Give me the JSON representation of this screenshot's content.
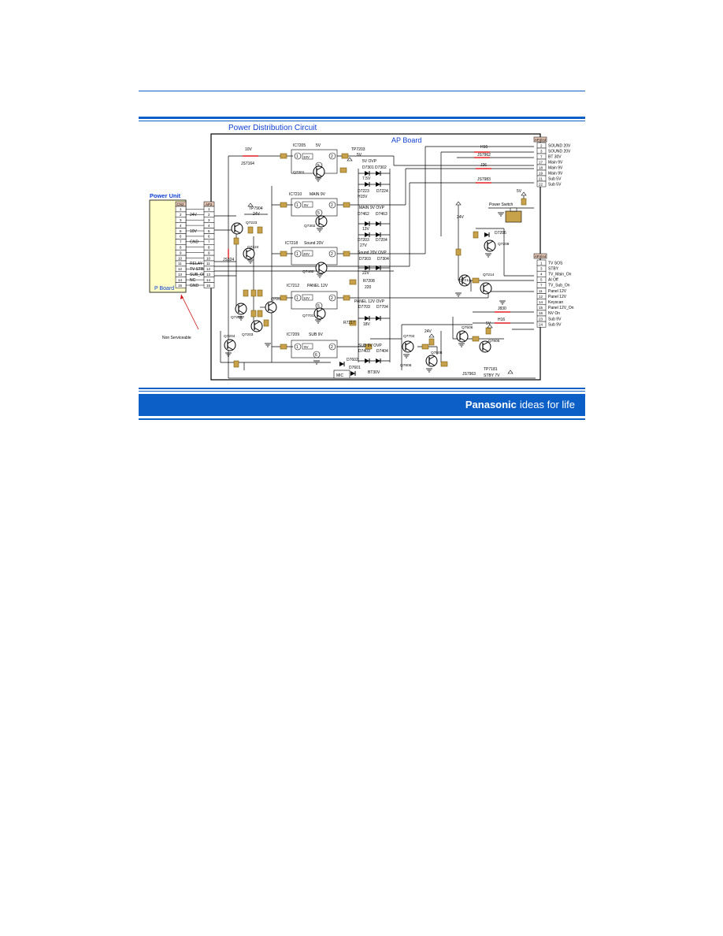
{
  "title": "Power Distribution Circuit",
  "boards": {
    "ap_board": "AP Board",
    "power_unit": "Power Unit",
    "p_board": "P Board",
    "non_serviceable": "Non Serviceable"
  },
  "connectors": {
    "cn": "CN2",
    "ap2": "AP2",
    "ap3": "AP3/A3",
    "ap4": "AP4/A4"
  },
  "cn2_pins": [
    {
      "pin": "1",
      "label": ""
    },
    {
      "pin": "2",
      "label": "24V"
    },
    {
      "pin": "3",
      "label": ""
    },
    {
      "pin": "4",
      "label": ""
    },
    {
      "pin": "5",
      "label": "10V"
    },
    {
      "pin": "6",
      "label": ""
    },
    {
      "pin": "7",
      "label": "GND"
    },
    {
      "pin": "8",
      "label": ""
    },
    {
      "pin": "9",
      "label": ""
    },
    {
      "pin": "10",
      "label": ""
    },
    {
      "pin": "11",
      "label": "RELAY"
    },
    {
      "pin": "12",
      "label": "TV STBY"
    },
    {
      "pin": "13",
      "label": "SUB_ON"
    },
    {
      "pin": "14",
      "label": "NC"
    },
    {
      "pin": "15",
      "label": "GND"
    }
  ],
  "ap3_pins": [
    {
      "pin": "2",
      "label": "SOUND 20V"
    },
    {
      "pin": "3",
      "label": "SOUND 20V"
    },
    {
      "pin": "7",
      "label": "BT 30V"
    },
    {
      "pin": "17",
      "label": "Main 9V"
    },
    {
      "pin": "18",
      "label": "Main 9V"
    },
    {
      "pin": "19",
      "label": "Main 9V"
    },
    {
      "pin": "21",
      "label": "Sub 5V"
    },
    {
      "pin": "22",
      "label": "Sub 5V"
    }
  ],
  "ap4_pins": [
    {
      "pin": "1",
      "label": "TV SOS"
    },
    {
      "pin": "3",
      "label": "STBY"
    },
    {
      "pin": "4",
      "label": "TV_Main_On"
    },
    {
      "pin": "5",
      "label": "AI Off"
    },
    {
      "pin": "7",
      "label": "TV_Sub_On"
    },
    {
      "pin": "11",
      "label": "Panel 12V"
    },
    {
      "pin": "12",
      "label": "Panel 12V"
    },
    {
      "pin": "14",
      "label": "Keyscan"
    },
    {
      "pin": "15",
      "label": "Panel 12V_On"
    },
    {
      "pin": "16",
      "label": "NV On"
    },
    {
      "pin": "23",
      "label": "Sub 9V"
    },
    {
      "pin": "24",
      "label": "Sub 9V"
    }
  ],
  "ics": [
    {
      "name": "IC7205",
      "v": "5V",
      "box": "10V"
    },
    {
      "name": "IC7210",
      "v": "MAIN 9V",
      "box": "9V"
    },
    {
      "name": "IC7218",
      "v": "Sound 20V",
      "box": "20V"
    },
    {
      "name": "IC7212",
      "v": "PANEL 12V",
      "box": "12V"
    },
    {
      "name": "IC7209",
      "v": "SUB 9V",
      "box": "9V"
    }
  ],
  "labels": {
    "v10": "10V",
    "js7164": "JS7164",
    "tp7203": "TP7203",
    "v5": "5V",
    "tp7904": "TP7904",
    "v24": "24V",
    "q7301": "Q7301",
    "q7302": "Q7302",
    "q7462": "Q7462",
    "q7701": "Q7701",
    "q7223": "Q7223",
    "q7224": "Q7224",
    "js324": "JS324",
    "q7206": "Q7206",
    "q7205": "Q7205",
    "q7203": "Q7203",
    "q7204": "Q7204",
    "ovp5": "5V OVP",
    "d7301": "D7301",
    "d7302": "D7302",
    "v75": "7.5V",
    "d7223": "D7223",
    "d7224": "D7224",
    "h15": "H15V",
    "ovp9": "MAIN 9V OVP",
    "d7462": "D7462",
    "d7463": "D7463",
    "v13": "13V",
    "d7203": "D7203",
    "d7204": "D7204",
    "v27": "27V",
    "ovp20": "Sound 20V OVP",
    "d7303": "D7303",
    "d7304": "D7304",
    "v22": "22V",
    "r7208": "R7208",
    "r220": "220",
    "ovp12": "PANEL 12V OVP",
    "d7703": "D7703",
    "d7704": "D7704",
    "v18": "18V",
    "r7217": "R7217",
    "ovpsub": "SUB 9V OVP",
    "d7403": "D7403",
    "d7404": "D7404",
    "d7602": "D7602",
    "d7601": "D7601",
    "mic": "MIC",
    "bt30": "BT30V",
    "q7702": "Q7702",
    "q7806": "Q7806",
    "q7508": "Q7508",
    "q7212": "Q7212",
    "q7214": "Q7214",
    "q7208": "Q7208",
    "d7206": "D7206",
    "q7506": "Q7506",
    "q7805": "Q7805",
    "power_switch": "Power Switch",
    "v5b": "5V",
    "v24b": "24V",
    "v24c": "24V",
    "v5c": "5V",
    "h16": "H16",
    "js7962": "JS7962",
    "j26": "J26",
    "js7983": "JS7983",
    "j830": "J830",
    "h16b": "H16",
    "js7963": "JS7963",
    "tp7181": "TP7181",
    "stby": "STBY 7V"
  },
  "footer": {
    "brand": "Panasonic",
    "tagline": "ideas for life"
  },
  "colors": {
    "accent": "#0b5fc6",
    "title_blue": "#0b3fd6",
    "component": "#c8a24a",
    "pbord": "#ffffc6",
    "jumper": "#e02020"
  }
}
